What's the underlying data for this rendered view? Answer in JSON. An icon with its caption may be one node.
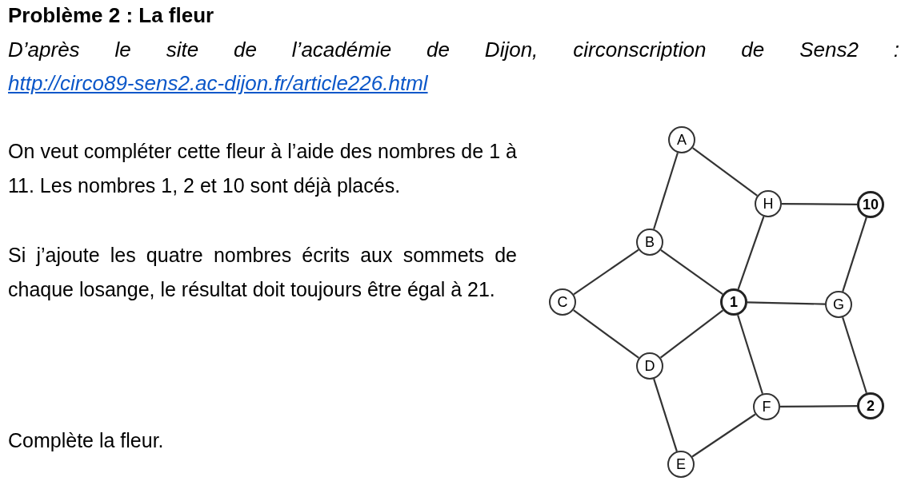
{
  "diagram": {
    "title": "Problème 2 : La fleur",
    "nodes": [
      {
        "text": [
          "A"
        ]
      },
      {
        "text": [
          "H"
        ]
      },
      {
        "text": [
          "10"
        ]
      },
      {
        "text": [
          "B"
        ]
      },
      {
        "text": [
          "C"
        ]
      },
      {
        "text": [
          "1"
        ]
      },
      {
        "text": [
          "G"
        ]
      },
      {
        "text": [
          "D"
        ]
      },
      {
        "text": [
          "F"
        ]
      },
      {
        "text": [
          "2"
        ]
      },
      {
        "text": [
          "E"
        ]
      }
    ],
    "edges": [
      {
        "from": 0,
        "to": 1,
        "arrow": "none"
      },
      {
        "from": 0,
        "to": 3,
        "arrow": "none"
      },
      {
        "from": 1,
        "to": 2,
        "arrow": "none"
      },
      {
        "from": 1,
        "to": 5,
        "arrow": "none"
      },
      {
        "from": 2,
        "to": 6,
        "arrow": "none"
      },
      {
        "from": 3,
        "to": 5,
        "arrow": "none"
      },
      {
        "from": 4,
        "to": 3,
        "arrow": "none"
      },
      {
        "from": 4,
        "to": 7,
        "arrow": "none"
      },
      {
        "from": 7,
        "to": 5,
        "arrow": "none"
      },
      {
        "from": 5,
        "to": 6,
        "arrow": "none"
      },
      {
        "from": 5,
        "to": 8,
        "arrow": "none"
      },
      {
        "from": 6,
        "to": 9,
        "arrow": "none"
      },
      {
        "from": 8,
        "to": 9,
        "arrow": "none"
      },
      {
        "from": 7,
        "to": 10,
        "arrow": "none"
      },
      {
        "from": 10,
        "to": 8,
        "arrow": "none"
      }
    ],
    "labels": [
      "D’après le site de l’académie de Dijon, circonscription de Sens2 :",
      "http://circo89-sens2.ac-dijon.fr/article226.html",
      "On veut compléter cette fleur à l’aide des nombres de 1 à 11. Les nombres 1, 2 et 10 sont déjà placés.",
      "Si j’ajoute les quatre nombres écrits aux sommets de chaque losange, le résultat doit toujours être égal à 21.",
      "Complète la fleur."
    ]
  }
}
